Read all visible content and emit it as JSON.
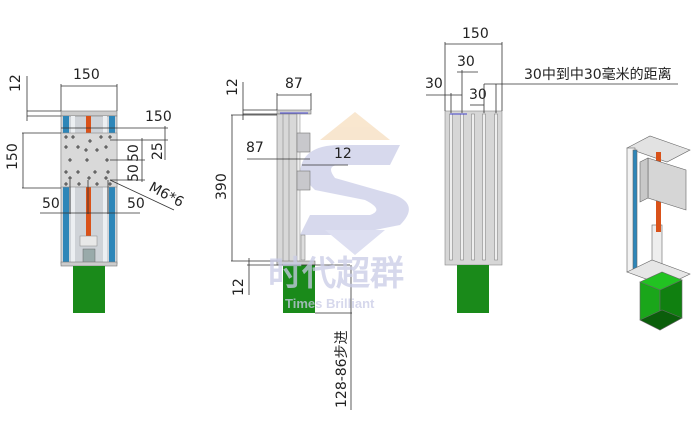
{
  "front_view": {
    "top_width": "150",
    "top_thickness": "12",
    "plate_width": "150",
    "plate_height": "150",
    "hole_spacing_a": "25",
    "hole_spacing_b": "50",
    "hole_spacing_c": "50",
    "hole_spec": "M6*6",
    "bottom_left": "50",
    "bottom_right": "50"
  },
  "side_view": {
    "top_depth": "87",
    "top_thickness": "12",
    "stroke_length": "390",
    "carriage_depth": "87",
    "carriage_offset": "12",
    "bottom_thickness": "12",
    "motor_label": "128-86步进"
  },
  "back_view": {
    "width": "150",
    "slot_a": "30",
    "slot_b": "30",
    "slot_c": "30",
    "note": "30中到中30毫米的距离"
  },
  "watermark": {
    "cn": "时代超群",
    "en": "Times Brilliant"
  },
  "colors": {
    "motor": "#1a8a1a",
    "rail": "#2e86b8",
    "screw": "#d9521a",
    "body": "#d4d6da"
  }
}
